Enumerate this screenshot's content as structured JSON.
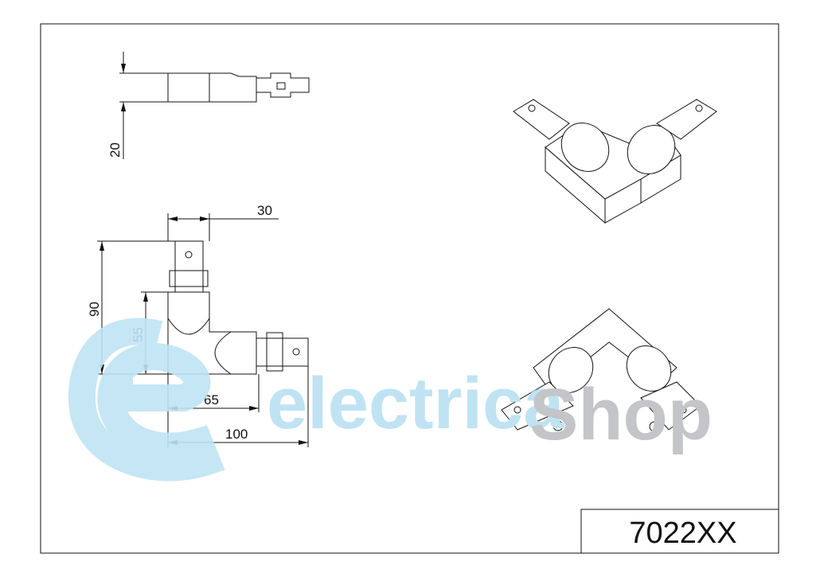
{
  "title_block": {
    "product_code": "7022XX"
  },
  "dimensions": {
    "height": "20",
    "width": "30",
    "total_length": "90",
    "offset": "55",
    "arm_length": "65",
    "overall_length": "100"
  },
  "watermark": {
    "part1": "electrica",
    "part2": "Shop",
    "color1": "#bfe3f3",
    "color2": "#c3c5c8"
  }
}
